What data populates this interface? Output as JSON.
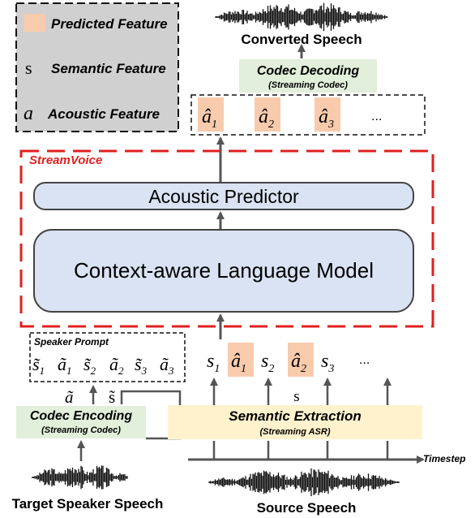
{
  "legend": {
    "predicted_label": "Predicted Feature",
    "semantic_symbol": "s",
    "semantic_label": "Semantic Feature",
    "acoustic_symbol": "a",
    "acoustic_label": "Acoustic Feature"
  },
  "top": {
    "converted_speech": "Converted Speech",
    "codec_decoding_title": "Codec Decoding",
    "codec_decoding_sub": "(Streaming Codec)",
    "output_tokens": [
      {
        "base": "â",
        "sub": "1"
      },
      {
        "base": "â",
        "sub": "2"
      },
      {
        "base": "â",
        "sub": "3"
      }
    ],
    "ellipsis": "..."
  },
  "streamvoice": {
    "label": "StreamVoice",
    "acoustic_predictor": "Acoustic Predictor",
    "language_model": "Context-aware Language Model"
  },
  "prompt": {
    "label": "Speaker Prompt",
    "tokens": [
      {
        "base": "s̃",
        "sub": "1"
      },
      {
        "base": "ã",
        "sub": "1"
      },
      {
        "base": "s̃",
        "sub": "2"
      },
      {
        "base": "ã",
        "sub": "2"
      },
      {
        "base": "s̃",
        "sub": "3"
      },
      {
        "base": "ã",
        "sub": "3"
      }
    ],
    "a_tilde": "ã",
    "s_tilde": "s̃"
  },
  "stream_tokens": [
    {
      "base": "s",
      "sub": "1",
      "predicted": false
    },
    {
      "base": "â",
      "sub": "1",
      "predicted": true
    },
    {
      "base": "s",
      "sub": "2",
      "predicted": false
    },
    {
      "base": "â",
      "sub": "2",
      "predicted": true
    },
    {
      "base": "s",
      "sub": "3",
      "predicted": false
    }
  ],
  "stream_ellipsis": "...",
  "s_mid": "s",
  "codec_encoding": {
    "title": "Codec Encoding",
    "sub": "(Streaming Codec)"
  },
  "semantic_extraction": {
    "title": "Semantic Extraction",
    "sub": "(Streaming ASR)"
  },
  "timestep": "Timestep",
  "target_speaker_speech": "Target Speaker Speech",
  "source_speech": "Source Speech",
  "colors": {
    "predicted": "#f8cbad",
    "legend_bg": "#d0d0d0",
    "model_fill": "#dae3f3",
    "streamvoice_red": "#e02020",
    "green_box": "#e2efda",
    "yellow_box": "#fff2cc"
  }
}
